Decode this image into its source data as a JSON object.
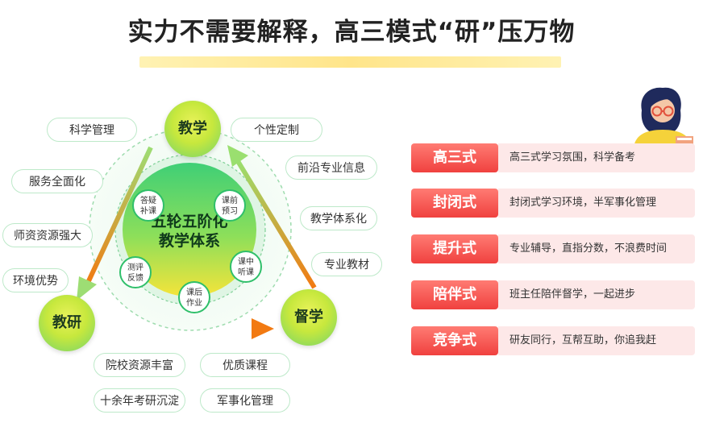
{
  "title": "实力不需要解释，高三模式“研”压万物",
  "diagram": {
    "nodes": {
      "top": "教学",
      "left": "教研",
      "right": "督学"
    },
    "core": {
      "line1": "五轮五阶化",
      "line2": "教学体系"
    },
    "steps": [
      {
        "l1": "答疑",
        "l2": "补课"
      },
      {
        "l1": "课前",
        "l2": "预习"
      },
      {
        "l1": "课中",
        "l2": "听课"
      },
      {
        "l1": "课后",
        "l2": "作业"
      },
      {
        "l1": "测评",
        "l2": "反馈"
      }
    ],
    "left_pills": [
      "科学管理",
      "服务全面化",
      "师资资源强大",
      "环境优势"
    ],
    "right_pills": [
      "个性定制",
      "前沿专业信息",
      "教学体系化",
      "专业教材"
    ],
    "bottom_pills": [
      "院校资源丰富",
      "优质课程",
      "十余年考研沉淀",
      "军事化管理"
    ]
  },
  "modes": [
    {
      "tag": "高三式",
      "desc": "高三式学习氛围，科学备考"
    },
    {
      "tag": "封闭式",
      "desc": "封闭式学习环境，半军事化管理"
    },
    {
      "tag": "提升式",
      "desc": "专业辅导，直指分数，不浪费时间"
    },
    {
      "tag": "陪伴式",
      "desc": "班主任陪伴督学，一起进步"
    },
    {
      "tag": "竞争式",
      "desc": "研友同行，互帮互助，你追我赶"
    }
  ],
  "colors": {
    "accent_red": "#f0413f",
    "accent_green": "#2fbf6a",
    "arrow_orange": "#f27a12",
    "arrow_green": "#9adf6f"
  }
}
